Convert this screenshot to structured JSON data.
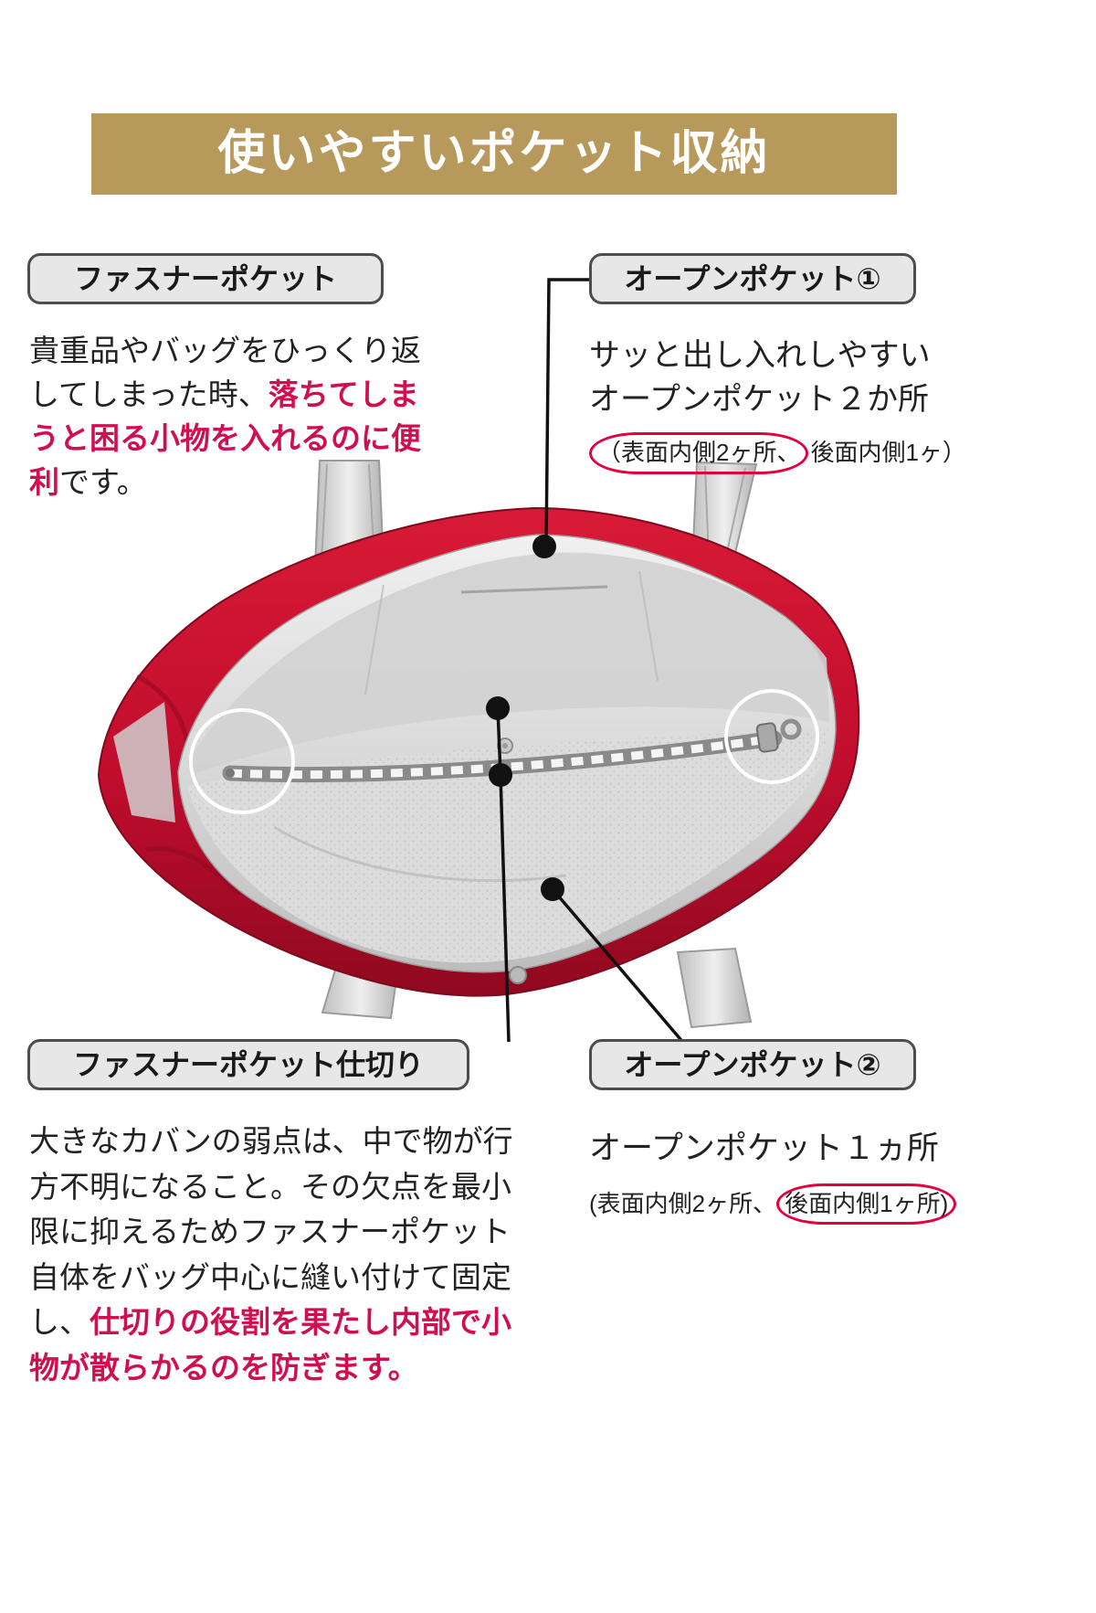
{
  "banner": {
    "title": "使いやすいポケット収納"
  },
  "colors": {
    "banner_gold": "#b6995b",
    "accent_red": "#cf0f4e",
    "annotation_red": "#e3003c",
    "label_bg": "#e7e7e7",
    "label_border": "#4d4d4d",
    "bag_red": "#c00d2d"
  },
  "sections": {
    "zipper_pocket": {
      "label": "ファスナーポケット",
      "text_before": "貴重品やバッグをひっくり返してしまった時、",
      "text_red": "落ちてしまうと困る小物を入れるのに便利",
      "text_after": "です。"
    },
    "open_pocket_1": {
      "label": "オープンポケット①",
      "line1": "サッと出し入れしやすい",
      "line2": "オープンポケット２か所",
      "note_circled": "（表面内側2ヶ所、",
      "note_rest": "後面内側1ヶ）"
    },
    "zipper_divider": {
      "label": "ファスナーポケット仕切り",
      "text_before": "大きなカバンの弱点は、中で物が行方不明になること。その欠点を最小限に抑えるためファスナーポケット自体をバッグ中心に縫い付けて固定し、",
      "text_red": "仕切りの役割を果たし内部で小物が散らかるのを防ぎます。"
    },
    "open_pocket_2": {
      "label": "オープンポケット②",
      "line1": "オープンポケット１ヵ所",
      "note_prefix": "(表面内側2ヶ所、",
      "note_circled": "後面内側1ヶ所)"
    }
  }
}
